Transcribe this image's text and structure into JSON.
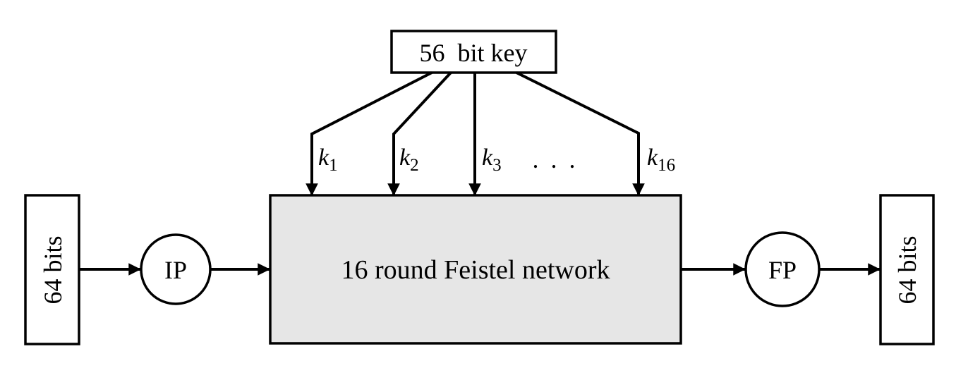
{
  "figure": {
    "title": "DES block cipher structure diagram",
    "colors": {
      "stroke": "#000000",
      "background": "#ffffff",
      "feistel_fill": "#e6e6e6"
    },
    "key_box": {
      "label": "56 bit key"
    },
    "subkeys": [
      {
        "base": "k",
        "sub": "1"
      },
      {
        "base": "k",
        "sub": "2"
      },
      {
        "base": "k",
        "sub": "3"
      },
      {
        "base": "k",
        "sub": "16"
      }
    ],
    "ellipsis": ". . .",
    "feistel_box": {
      "label": "16 round Feistel network",
      "fill": "#e6e6e6"
    },
    "input_box": {
      "label": "64 bits"
    },
    "output_box": {
      "label": "64 bits"
    },
    "ip_node": {
      "label": "IP"
    },
    "fp_node": {
      "label": "FP"
    }
  }
}
